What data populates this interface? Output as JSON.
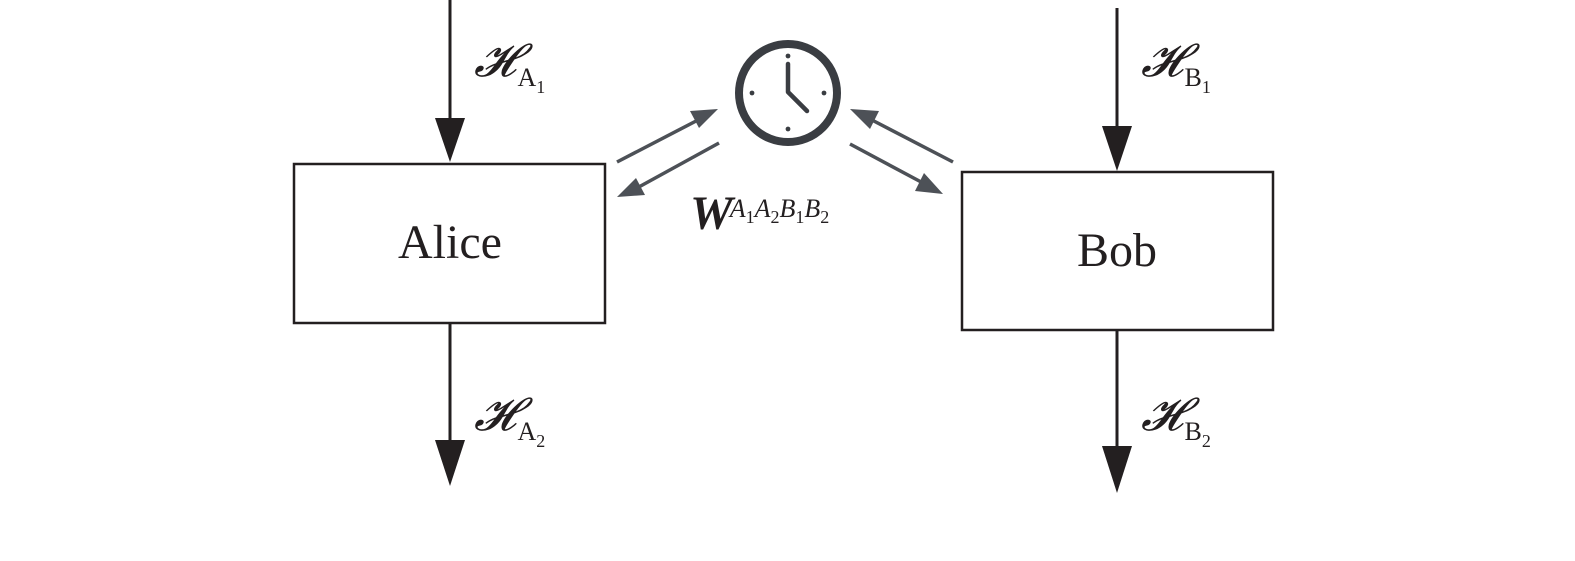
{
  "parties": {
    "alice": {
      "label": "Alice",
      "input_space": {
        "symbol": "𝓗",
        "system": "A",
        "index": "1"
      },
      "output_space": {
        "symbol": "𝓗",
        "system": "A",
        "index": "2"
      }
    },
    "bob": {
      "label": "Bob",
      "input_space": {
        "symbol": "𝓗",
        "system": "B",
        "index": "1"
      },
      "output_space": {
        "symbol": "𝓗",
        "system": "B",
        "index": "2"
      }
    }
  },
  "process_matrix": {
    "symbol": "W",
    "superscript": [
      {
        "letter": "A",
        "index": "1"
      },
      {
        "letter": "A",
        "index": "2"
      },
      {
        "letter": "B",
        "index": "1"
      },
      {
        "letter": "B",
        "index": "2"
      }
    ]
  },
  "clock": {
    "icon": "clock-icon"
  },
  "colors": {
    "ink": "#231f20",
    "arrow_gray": "#4d5157",
    "clock": "#3a3d42"
  }
}
